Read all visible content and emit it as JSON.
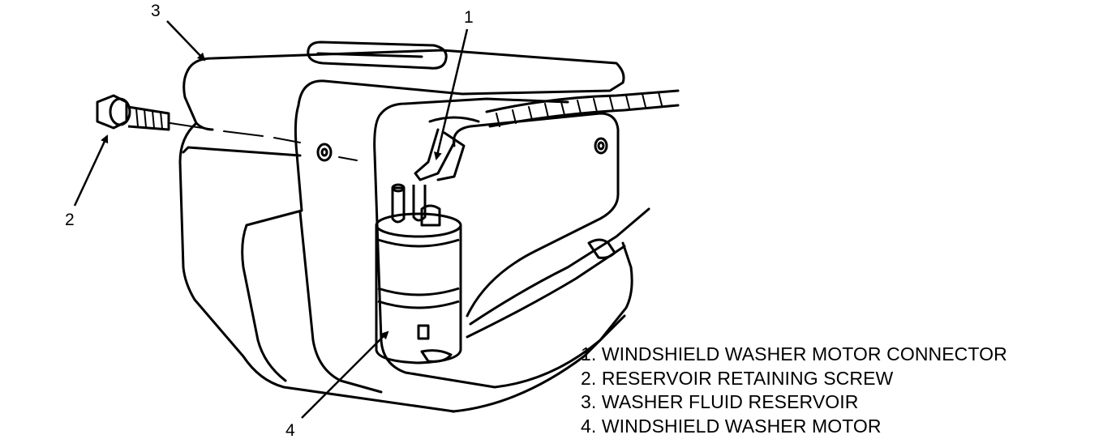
{
  "callouts": [
    {
      "number": "1",
      "target": "connector"
    },
    {
      "number": "2",
      "target": "screw"
    },
    {
      "number": "3",
      "target": "reservoir"
    },
    {
      "number": "4",
      "target": "motor"
    }
  ],
  "legend": [
    "1. WINDSHIELD WASHER MOTOR CONNECTOR",
    "2. RESERVOIR RETAINING SCREW",
    "3. WASHER FLUID RESERVOIR",
    "4. WINDSHIELD WASHER MOTOR"
  ],
  "colors": {
    "line": "#000000",
    "background": "#ffffff"
  }
}
